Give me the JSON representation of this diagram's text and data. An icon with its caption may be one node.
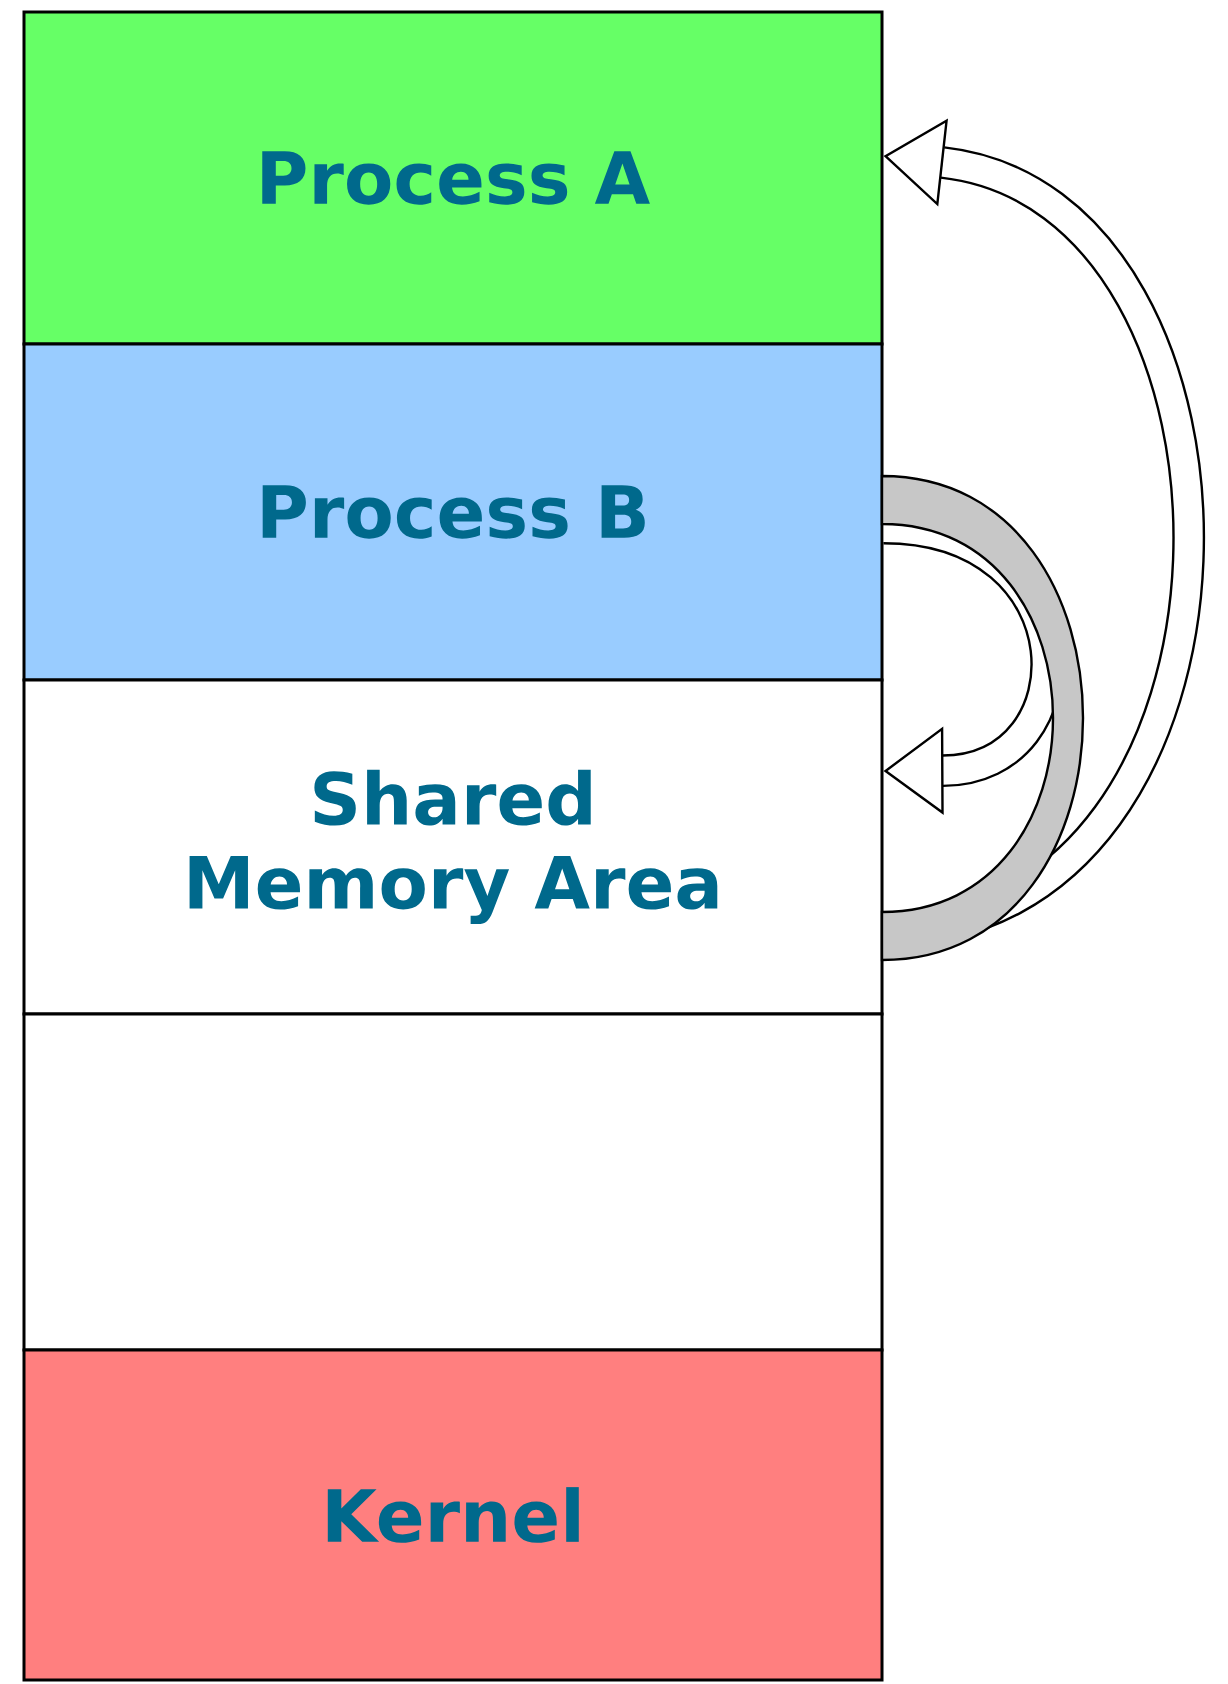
{
  "diagram": {
    "nodes": [
      {
        "text": [
          "Process A"
        ]
      },
      {
        "text": [
          "Process B"
        ]
      },
      {
        "text": [
          "Shared Memory Area"
        ]
      },
      {
        "text": [],
        "shape": "box"
      },
      {
        "text": [
          "Kernel"
        ]
      }
    ],
    "edges": [
      {
        "from": 2,
        "to": 0,
        "arrow": "to"
      },
      {
        "from": 1,
        "to": 2,
        "arrow": "to"
      }
    ]
  }
}
